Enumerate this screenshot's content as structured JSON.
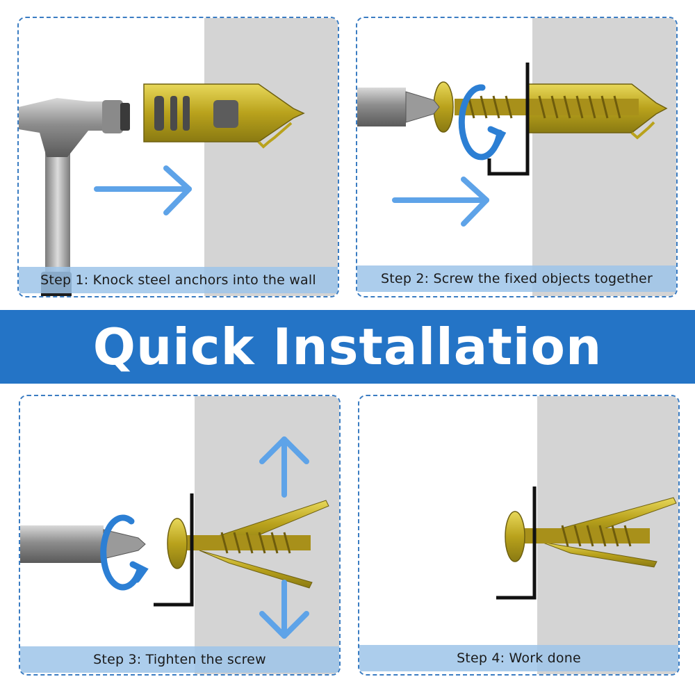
{
  "title": "Quick Installation",
  "steps": [
    {
      "label": "Step 1: Knock steel anchors into the wall"
    },
    {
      "label": "Step 2: Screw the fixed objects together"
    },
    {
      "label": "Step 3: Tighten the screw"
    },
    {
      "label": "Step 4: Work done"
    }
  ],
  "colors": {
    "accent": "#2474c6",
    "arrow": "#5ea3e8",
    "wall": "#d4d4d4",
    "caption": "#9ec4e9",
    "anchor_gold": "#c9b226"
  },
  "icons": [
    "hammer-icon",
    "steel-anchor-icon",
    "screwdriver-icon",
    "screw-icon",
    "rotate-icon",
    "arrow-right-icon",
    "arrow-up-icon",
    "arrow-down-icon",
    "bracket-icon"
  ]
}
